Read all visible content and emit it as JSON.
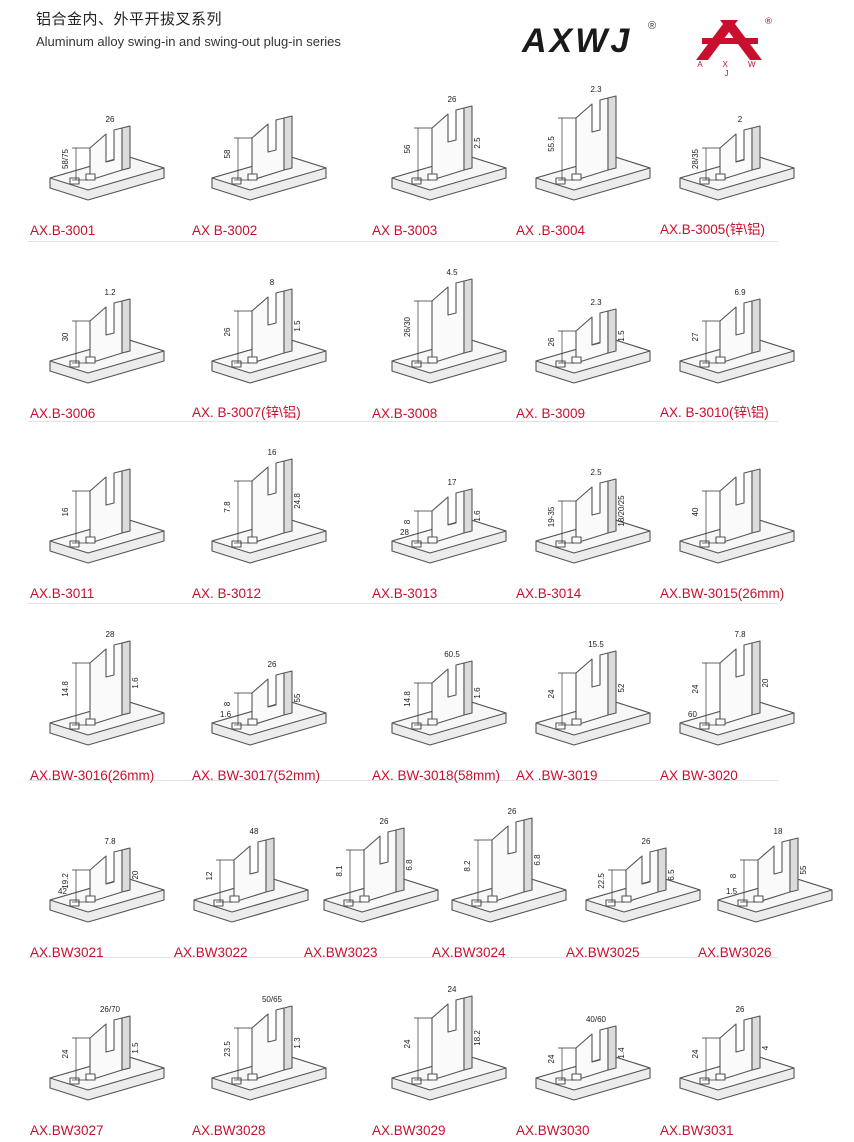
{
  "header": {
    "title_cn": "铝合金内、外平开拔叉系列",
    "title_en": "Aluminum alloy swing-in and swing-out plug-in  series",
    "brand": "AXWJ",
    "registered": "®",
    "mark_letters": "A X W J"
  },
  "rows": [
    [
      {
        "code": "AX.B-3001",
        "dims": [
          "58/75",
          "26"
        ]
      },
      {
        "code": "AX B-3002",
        "dims": [
          "58"
        ]
      },
      {
        "code": "AX B-3003",
        "dims": [
          "56",
          "26",
          "2.5"
        ]
      },
      {
        "code": "AX .B-3004",
        "dims": [
          "55.5",
          "2.3"
        ]
      },
      {
        "code": "AX.B-3005(锌\\铝)",
        "dims": [
          "28/35",
          "2"
        ]
      }
    ],
    [
      {
        "code": "AX.B-3006",
        "dims": [
          "30",
          "1.2"
        ]
      },
      {
        "code": "AX. B-3007(锌\\铝)",
        "dims": [
          "26",
          "8",
          "1.5"
        ]
      },
      {
        "code": "AX.B-3008",
        "dims": [
          "26/30",
          "4.5"
        ]
      },
      {
        "code": "AX. B-3009",
        "dims": [
          "26",
          "2.3",
          "1.5"
        ]
      },
      {
        "code": "AX. B-3010(锌\\铝)",
        "dims": [
          "27",
          "6.9"
        ]
      }
    ],
    [
      {
        "code": "AX.B-3011",
        "dims": [
          "16"
        ]
      },
      {
        "code": "AX. B-3012",
        "dims": [
          "7.8",
          "16",
          "24.8"
        ]
      },
      {
        "code": "AX.B-3013",
        "dims": [
          "8",
          "17",
          "1.6",
          "28"
        ]
      },
      {
        "code": "AX.B-3014",
        "dims": [
          "19-35",
          "2.5",
          "18/20/25"
        ]
      },
      {
        "code": "AX.BW-3015(26mm)",
        "dims": [
          "40"
        ]
      }
    ],
    [
      {
        "code": "AX.BW-3016(26mm)",
        "dims": [
          "14.8",
          "28",
          "1.6"
        ]
      },
      {
        "code": "AX. BW-3017(52mm)",
        "dims": [
          "8",
          "26",
          "55",
          "1.6"
        ]
      },
      {
        "code": "AX. BW-3018(58mm)",
        "dims": [
          "14.8",
          "60.5",
          "1.6"
        ]
      },
      {
        "code": "AX .BW-3019",
        "dims": [
          "24",
          "15.5",
          "52"
        ]
      },
      {
        "code": "AX BW-3020",
        "dims": [
          "24",
          "7.8",
          "20",
          "60"
        ]
      }
    ],
    [
      {
        "code": "AX.BW3021",
        "dims": [
          "19.2",
          "7.8",
          "20",
          "42"
        ]
      },
      {
        "code": "AX.BW3022",
        "dims": [
          "12",
          "48"
        ]
      },
      {
        "code": "AX.BW3023",
        "dims": [
          "8.1",
          "26",
          "6.8"
        ]
      },
      {
        "code": "AX.BW3024",
        "dims": [
          "8.2",
          "26",
          "6.8"
        ]
      },
      {
        "code": "AX.BW3025",
        "dims": [
          "22.5",
          "26",
          "6.5"
        ]
      },
      {
        "code": "AX.BW3026",
        "dims": [
          "8",
          "18",
          "55",
          "1.5"
        ]
      }
    ],
    [
      {
        "code": "AX.BW3027",
        "dims": [
          "24",
          "26/70",
          "1.5"
        ]
      },
      {
        "code": "AX.BW3028",
        "dims": [
          "23.5",
          "50/65",
          "1.3"
        ]
      },
      {
        "code": "AX.BW3029",
        "dims": [
          "24",
          "24",
          "18.2"
        ]
      },
      {
        "code": "AX.BW3030",
        "dims": [
          "24",
          "40/60",
          "1.4"
        ]
      },
      {
        "code": "AX.BW3031",
        "dims": [
          "24",
          "26",
          "4"
        ]
      }
    ]
  ]
}
